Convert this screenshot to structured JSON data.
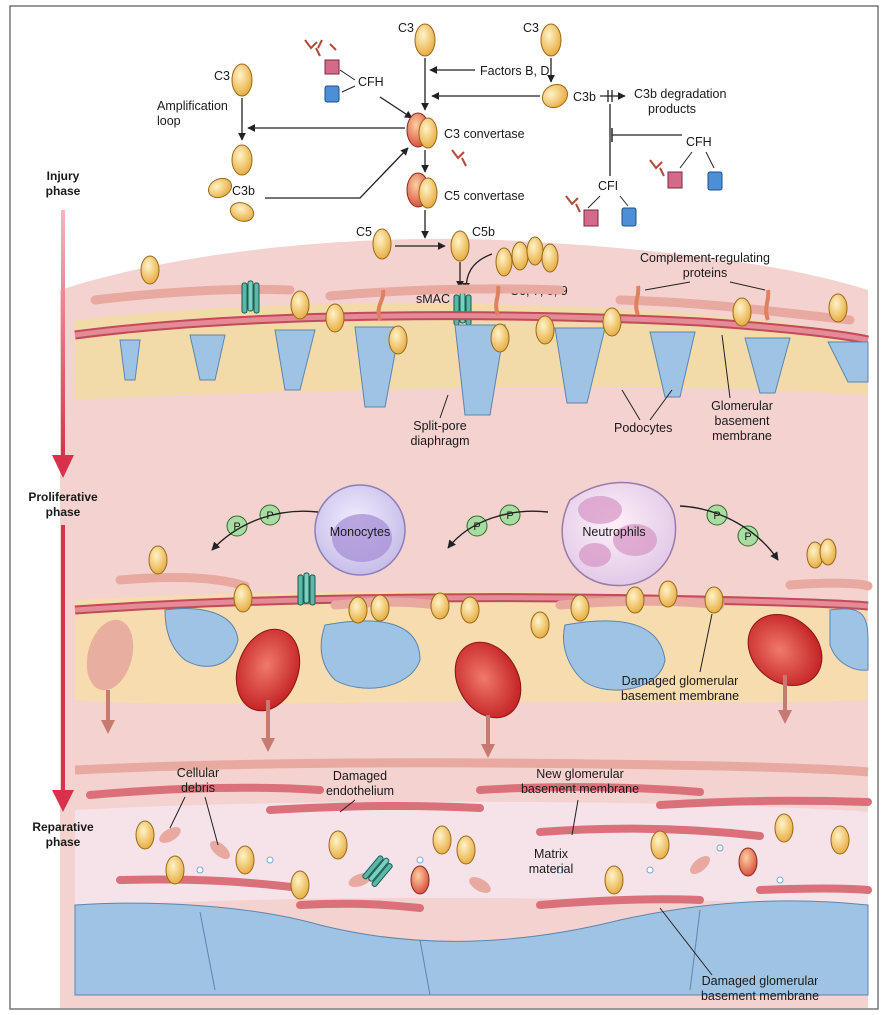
{
  "colors": {
    "frame": "#555555",
    "phase_arrow": "#d9304b",
    "c3_fill": "#f2c060",
    "convertase_fill": "#e8634e",
    "membrane": "#d9707a",
    "podocyte": "#9fc3e3",
    "rbc": "#d8302c",
    "interstitium": "#f3d9a8",
    "lumen": "#f4cfcc"
  },
  "phases": {
    "injury": [
      "Injury",
      "phase"
    ],
    "proliferative": [
      "Proliferative",
      "phase"
    ],
    "reparative": [
      "Reparative",
      "phase"
    ]
  },
  "pathway": {
    "c3_top": "C3",
    "c3_left": "C3",
    "c3_right": "C3",
    "factors": "Factors B, D",
    "cfh_top": "CFH",
    "amplification": [
      "Amplification",
      "loop"
    ],
    "c3b_right": "C3b",
    "c3b_degradation": [
      "C3b degradation",
      "products"
    ],
    "c3_convertase": "C3 convertase",
    "c3b_left": "C3b",
    "cfh_right": "CFH",
    "cfi": "CFI",
    "c5_convertase": "C5 convertase",
    "c5": "C5",
    "c5b": "C5b",
    "c6789": "C6, 7, 8, 9",
    "smac": "sMAC"
  },
  "injury_labels": {
    "complement_regulating": [
      "Complement-regulating",
      "proteins"
    ],
    "split_pore": [
      "Split-pore",
      "diaphragm"
    ],
    "podocytes": "Podocytes",
    "gbm": [
      "Glomerular",
      "basement",
      "membrane"
    ]
  },
  "proliferative_labels": {
    "monocytes": "Monocytes",
    "neutrophils": "Neutrophils",
    "p": "P",
    "damaged_gbm": [
      "Damaged glomerular",
      "basement membrane"
    ]
  },
  "reparative_labels": {
    "cellular_debris": [
      "Cellular",
      "debris"
    ],
    "damaged_endothelium": [
      "Damaged",
      "endothelium"
    ],
    "new_gbm": [
      "New glomerular",
      "basement membrane"
    ],
    "matrix": [
      "Matrix",
      "material"
    ],
    "damaged_gbm_bottom": [
      "Damaged glomerular",
      "basement membrane"
    ]
  }
}
